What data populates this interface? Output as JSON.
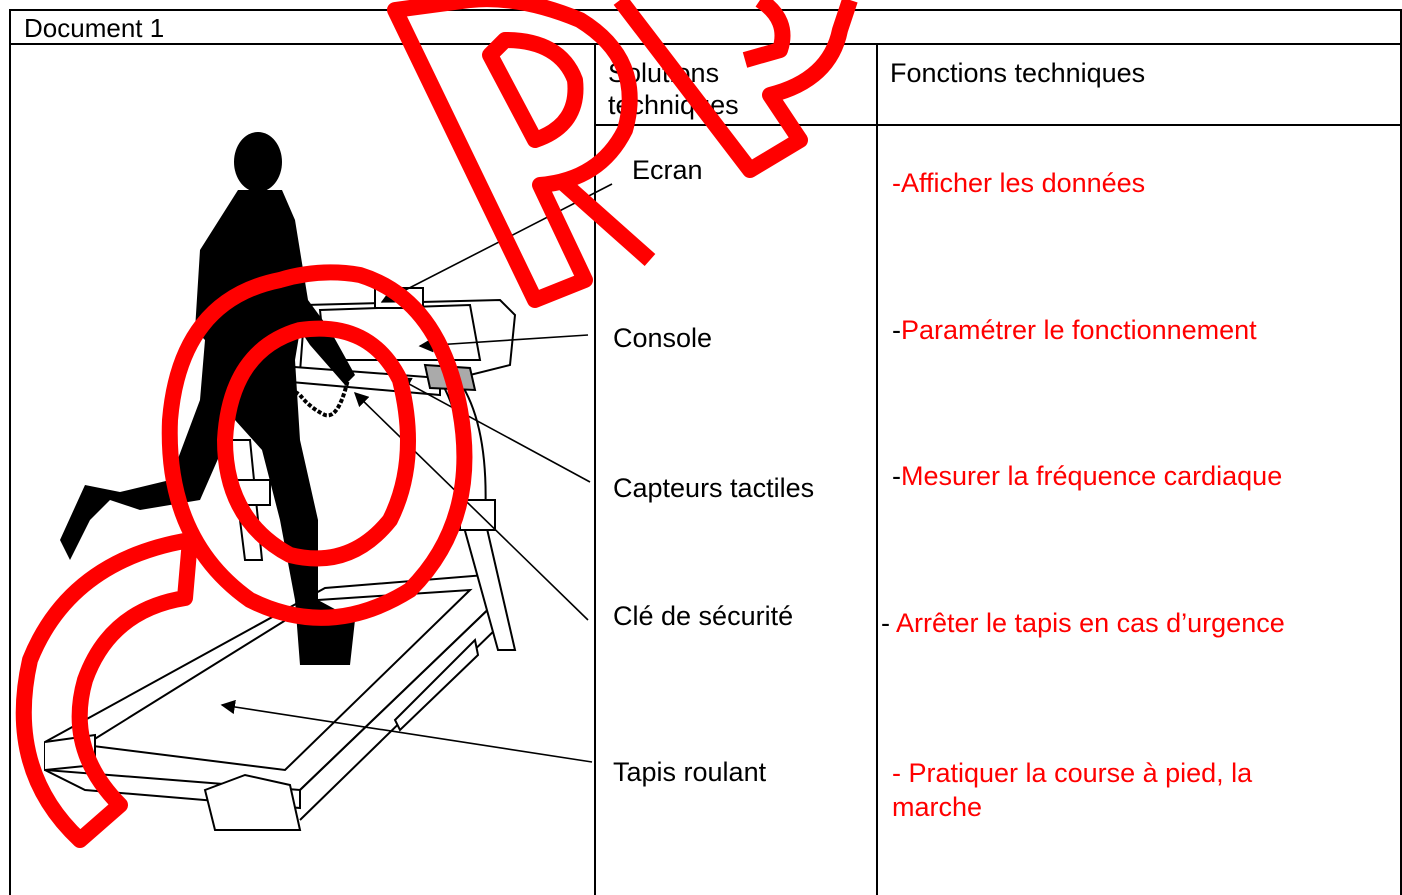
{
  "document": {
    "title": "Document 1"
  },
  "table": {
    "headers": {
      "solutions": "Solutions\ntechniques",
      "solutions_line1": "Solutions",
      "solutions_line2": "techniques",
      "fonctions": "Fonctions techniques"
    },
    "rows": [
      {
        "solution": "Ecran",
        "fonction_prefix": "-",
        "fonction": "Afficher les données"
      },
      {
        "solution": "Console",
        "fonction_prefix": "-",
        "fonction": "Paramétrer le fonctionnement"
      },
      {
        "solution": "Capteurs tactiles",
        "fonction_prefix": "-",
        "fonction": "Mesurer la fréquence cardiaque"
      },
      {
        "solution": "Clé de sécurité",
        "fonction_prefix": "- ",
        "fonction": "Arrêter le tapis en cas d’urgence"
      },
      {
        "solution": "Tapis roulant",
        "fonction_prefix": "",
        "fonction_line1": "- Pratiquer la course à pied, la",
        "fonction_line2": "marche"
      }
    ]
  },
  "watermark": {
    "text": "CORRIGÉ",
    "color": "#ff0000"
  },
  "colors": {
    "answer": "#ff0000",
    "text": "#000000"
  }
}
